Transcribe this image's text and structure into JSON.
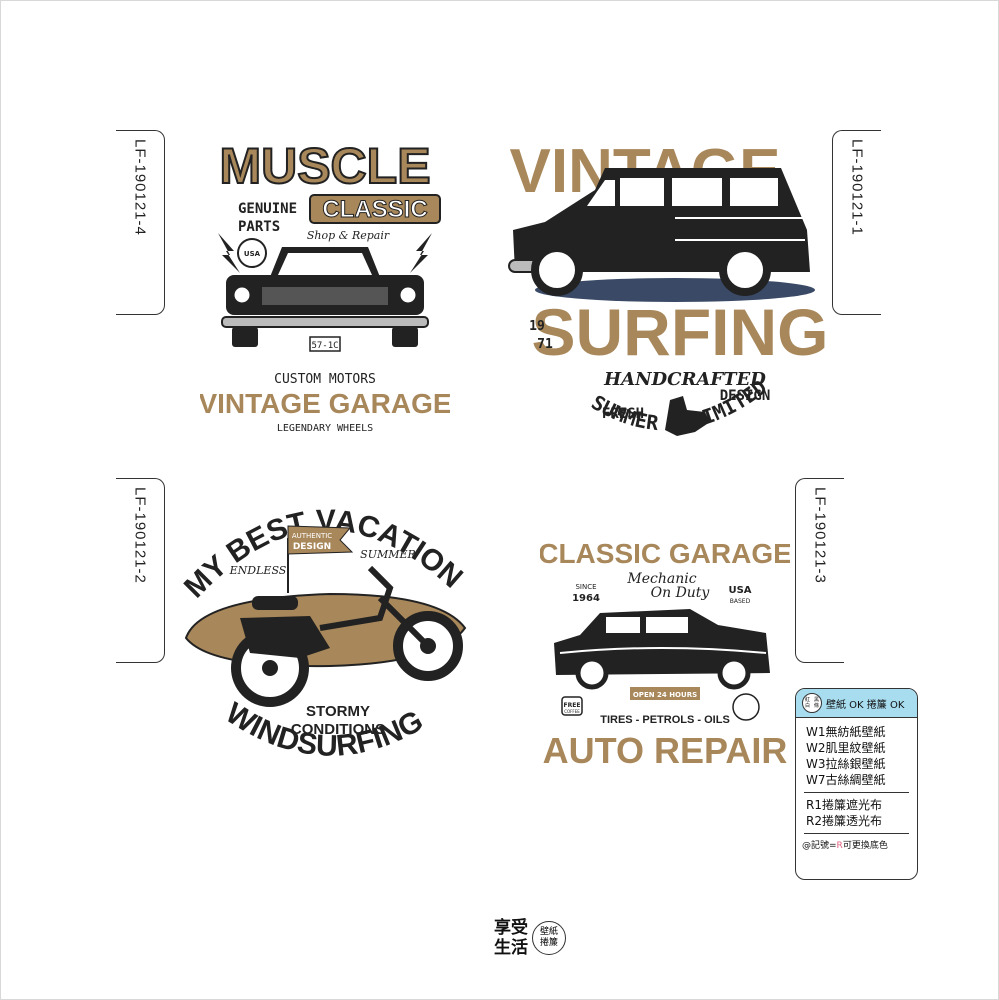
{
  "tabs": [
    {
      "label": "LF-190121-4"
    },
    {
      "label": "LF-190121-1"
    },
    {
      "label": "LF-190121-2"
    },
    {
      "label": "LF-190121-3"
    }
  ],
  "design_muscle": {
    "title1": "MUSCLE",
    "title2": "CLASSIC",
    "genuine": "GENUINE",
    "parts": "PARTS",
    "shop": "Shop & Repair",
    "badge": "USA",
    "plate": "57-1C",
    "custom": "CUSTOM MOTORS",
    "garage": "VINTAGE GARAGE",
    "legendary": "LEGENDARY WHEELS"
  },
  "design_vintage": {
    "vintage": "VINTAGE",
    "surfing": "SURFING",
    "year1": "19",
    "year2": "71",
    "handcrafted": "HANDCRAFTED",
    "fresh": "FRESH",
    "design": "DESIGN",
    "summer": "SUMMER UNLIMITED"
  },
  "design_vacation": {
    "title": "MY BEST VACATION",
    "endless": "ENDLESS",
    "summer": "SUMMER",
    "flag1": "AUTHENTIC",
    "flag2": "DESIGN",
    "stormy": "STORMY",
    "conditions": "CONDITIONS",
    "windsurfing": "WINDSURFING"
  },
  "design_garage": {
    "title": "CLASSIC GARAGE",
    "mechanic": "Mechanic",
    "onduty": "On Duty",
    "since": "SINCE",
    "year": "1964",
    "usa": "USA",
    "based": "BASED",
    "open": "OPEN 24 HOURS",
    "free": "FREE",
    "coffee": "COFFEE",
    "tires": "TIRES - PETROLS - OILS",
    "repair": "AUTO REPAIR"
  },
  "legend": {
    "badge_line1": "紅白",
    "badge_line2": "黑條",
    "header": "壁紙 OK 捲簾 OK",
    "wallpapers": [
      "W1無紡紙壁紙",
      "W2肌里紋壁紙",
      "W3拉絲銀壁紙",
      "W7古絲綢壁紙"
    ],
    "blinds": [
      "R1捲簾遮光布",
      "R2捲簾透光布"
    ],
    "note_prefix": "@記號=",
    "note_mark": "R",
    "note_suffix": "可更換底色"
  },
  "brand": {
    "line1": "享受",
    "line2": "生活",
    "circle1": "壁紙",
    "circle2": "捲簾"
  },
  "colors": {
    "gold": "#a8875a",
    "dark": "#222222",
    "accent_blue": "#a8dcef"
  }
}
